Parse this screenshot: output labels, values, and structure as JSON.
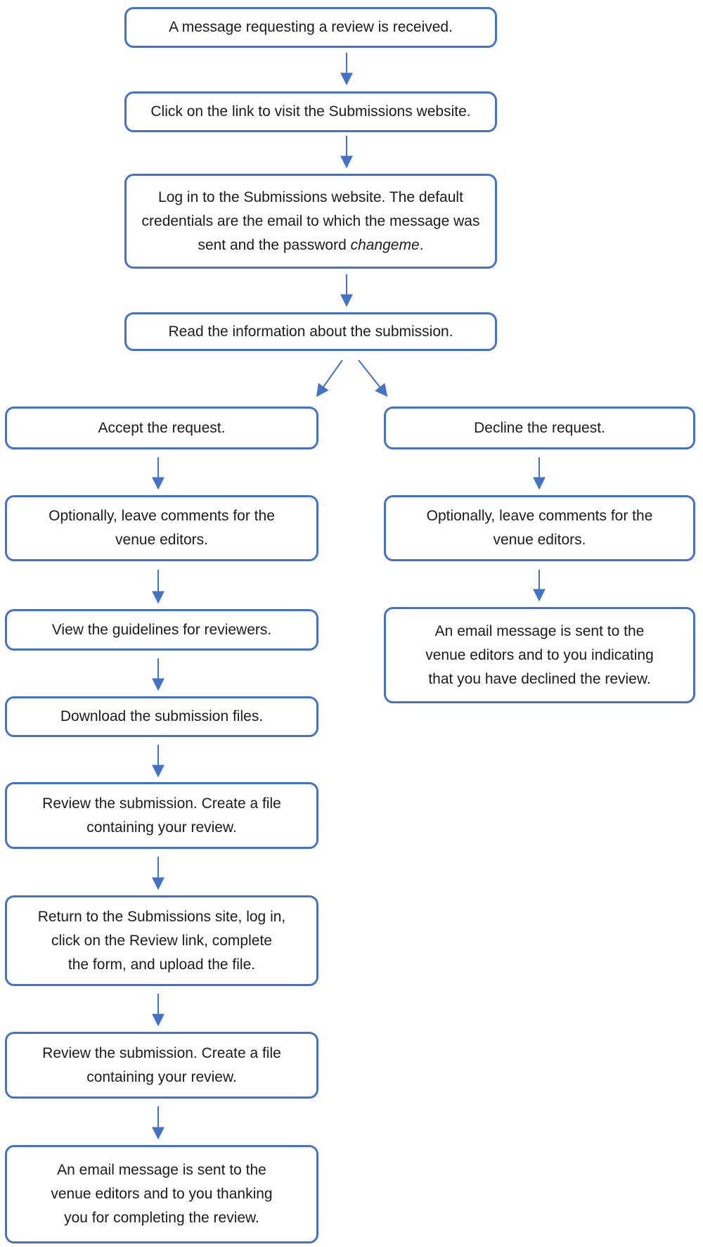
{
  "diagram": {
    "type": "flowchart",
    "description": "Workflow for a reviewer responding to a review request on the Submissions website",
    "style": {
      "box_border_color": "#4472C4",
      "arrow_color": "#4472C4",
      "text_color": "#1b1b1b",
      "background_color": "#ffffff"
    },
    "nodes": {
      "received": {
        "label": "A message requesting a review is received."
      },
      "click_link": {
        "label": "Click on the link to visit the Submissions website."
      },
      "log_in": {
        "text_before": "Log in to the Submissions website. The default\ncredentials are the email to which the message was\nsent and the password ",
        "text_italic": "changeme",
        "text_after": "."
      },
      "read_info": {
        "label": "Read the information about the submission."
      },
      "accept": {
        "label": "Accept the request."
      },
      "accept_comments": {
        "label": "Optionally, leave comments for the\nvenue editors."
      },
      "guidelines": {
        "label": "View the guidelines for reviewers."
      },
      "download": {
        "label": "Download the submission files."
      },
      "review_create_1": {
        "label": "Review the submission. Create a file\ncontaining your review."
      },
      "return_upload": {
        "label": "Return to the Submissions site, log in,\nclick on the Review link, complete\nthe form, and upload the file."
      },
      "review_create_2": {
        "label": "Review the submission. Create a file\ncontaining your review."
      },
      "thanks_email": {
        "label": "An email message is sent to the\nvenue editors and to you thanking\nyou for completing the review."
      },
      "decline": {
        "label": "Decline the request."
      },
      "decline_comments": {
        "label": "Optionally, leave comments for the\nvenue editors."
      },
      "declined_email": {
        "label": "An email message is sent to the\nvenue editors and to you indicating\nthat you have declined the review."
      }
    },
    "edges": [
      {
        "from": "received",
        "to": "click_link"
      },
      {
        "from": "click_link",
        "to": "log_in"
      },
      {
        "from": "log_in",
        "to": "read_info"
      },
      {
        "from": "read_info",
        "to": "accept"
      },
      {
        "from": "read_info",
        "to": "decline"
      },
      {
        "from": "accept",
        "to": "accept_comments"
      },
      {
        "from": "accept_comments",
        "to": "guidelines"
      },
      {
        "from": "guidelines",
        "to": "download"
      },
      {
        "from": "download",
        "to": "review_create_1"
      },
      {
        "from": "review_create_1",
        "to": "return_upload"
      },
      {
        "from": "return_upload",
        "to": "review_create_2"
      },
      {
        "from": "review_create_2",
        "to": "thanks_email"
      },
      {
        "from": "decline",
        "to": "decline_comments"
      },
      {
        "from": "decline_comments",
        "to": "declined_email"
      }
    ]
  }
}
